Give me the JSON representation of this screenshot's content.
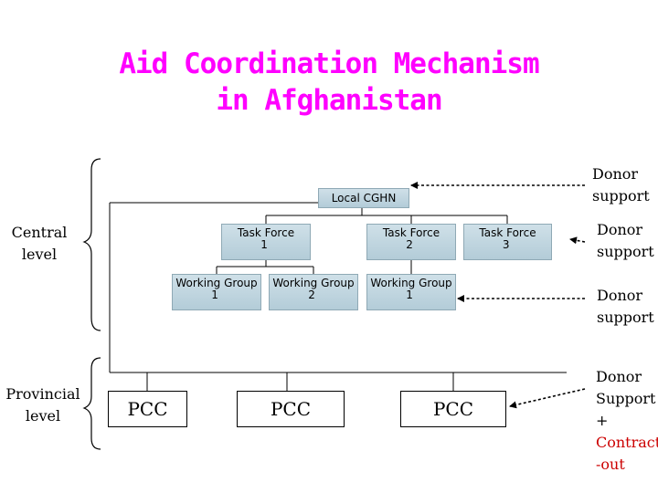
{
  "title": {
    "line1": "Aid Coordination Mechanism",
    "line2": "in Afghanistan"
  },
  "levels": {
    "central_line1": "Central",
    "central_line2": "level",
    "provincial_line1": "Provincial",
    "provincial_line2": "level"
  },
  "nodes": {
    "cghn": "Local CGHN",
    "tf1": {
      "name": "Task Force",
      "num": "1"
    },
    "tf2": {
      "name": "Task Force",
      "num": "2"
    },
    "tf3": {
      "name": "Task Force",
      "num": "3"
    },
    "wg1a": {
      "name": "Working Group",
      "num": "1"
    },
    "wg2": {
      "name": "Working Group",
      "num": "2"
    },
    "wg1b": {
      "name": "Working Group",
      "num": "1"
    },
    "pcc1": "PCC",
    "pcc2": "PCC",
    "pcc3": "PCC"
  },
  "donor": {
    "d1_line1": "Donor",
    "d1_line2": "support",
    "d2_line1": "Donor",
    "d2_line2": "support",
    "d3_line1": "Donor",
    "d3_line2": "support",
    "d4_line1": "Donor",
    "d4_line2": "Support",
    "d4_line3": "+",
    "d4_line4": "Contract",
    "d4_line5": "-out"
  },
  "colors": {
    "title": "#ff00ff",
    "box_fill": "#c3d7e1",
    "contract_text": "#cc0000"
  }
}
